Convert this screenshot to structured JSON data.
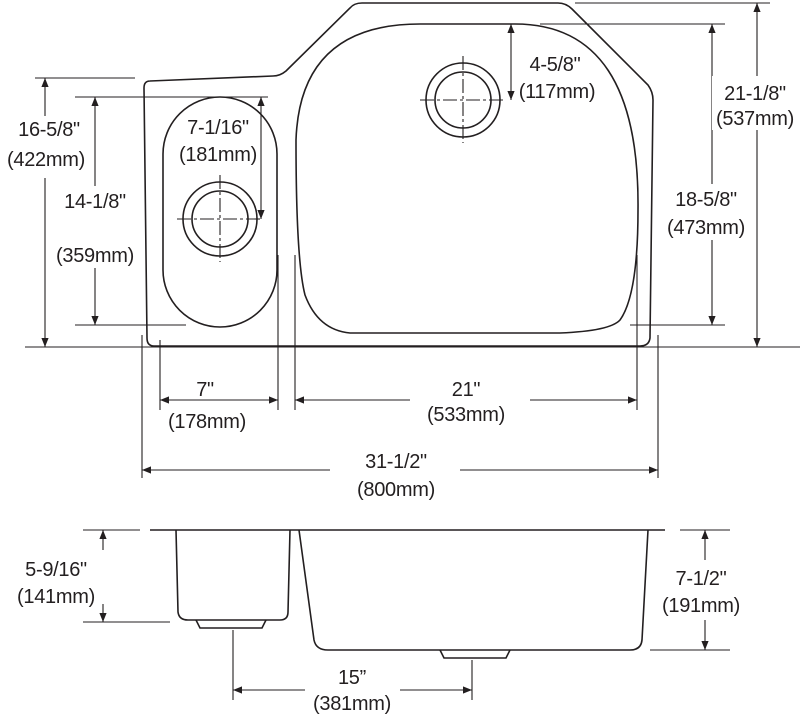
{
  "diagram": {
    "title": "Undermount double bowl sink dimensions",
    "line_color": "#231f20",
    "dimensions": {
      "overall_left_height": {
        "in": "16-5/8\"",
        "mm": "(422mm)"
      },
      "small_bowl_length": {
        "in": "14-1/8\"",
        "mm": "(359mm)"
      },
      "small_drain_offset": {
        "in": "7-1/16\"",
        "mm": "(181mm)"
      },
      "large_drain_offset": {
        "in": "4-5/8\"",
        "mm": "(117mm)"
      },
      "overall_right_height": {
        "in": "21-1/8\"",
        "mm": "(537mm)"
      },
      "large_bowl_length": {
        "in": "18-5/8\"",
        "mm": "(473mm)"
      },
      "small_bowl_width": {
        "in": "7\"",
        "mm": "(178mm)"
      },
      "large_bowl_width": {
        "in": "21\"",
        "mm": "(533mm)"
      },
      "overall_width": {
        "in": "31-1/2\"",
        "mm": "(800mm)"
      },
      "small_bowl_depth": {
        "in": "5-9/16\"",
        "mm": "(141mm)"
      },
      "large_bowl_depth": {
        "in": "7-1/2\"",
        "mm": "(191mm)"
      },
      "drain_spacing": {
        "in": "15”",
        "mm": "(381mm)"
      }
    }
  }
}
